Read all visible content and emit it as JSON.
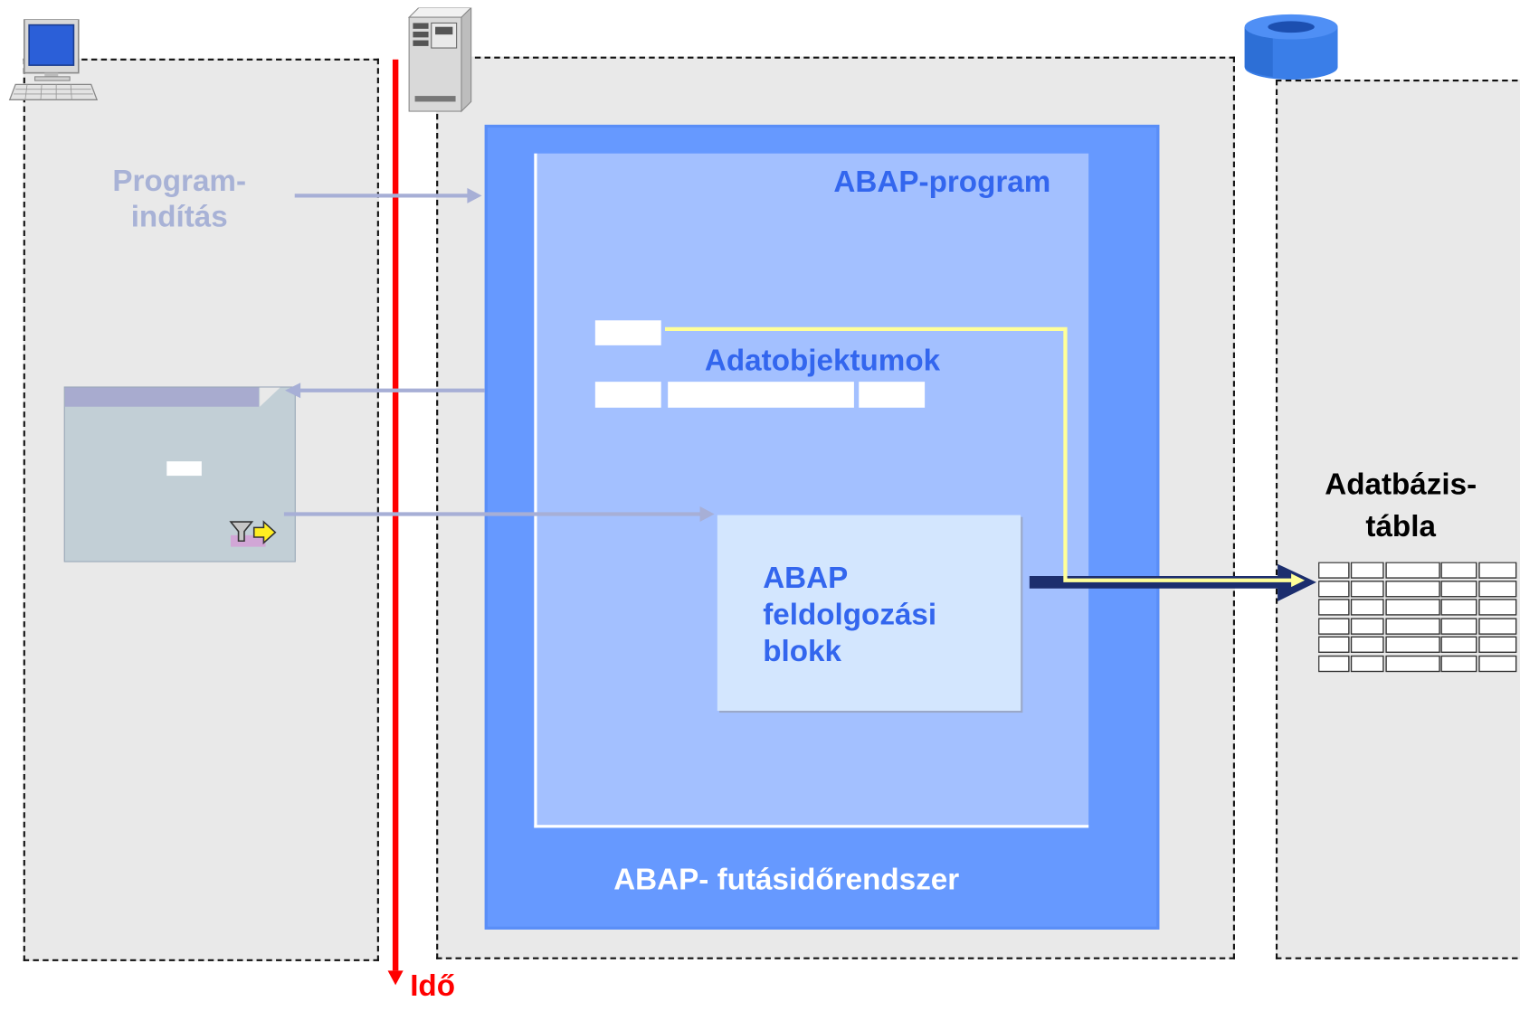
{
  "labels": {
    "program_start_line1": "Program-",
    "program_start_line2": "indítás",
    "abap_program": "ABAP-program",
    "data_objects": "Adatobjektumok",
    "processing_block_line1": "ABAP",
    "processing_block_line2": "feldolgozási",
    "processing_block_line3": "blokk",
    "runtime_system": "ABAP- futásidőrendszer",
    "db_table_line1": "Adatbázis-",
    "db_table_line2": "tábla",
    "time_axis": "Idő"
  },
  "colors": {
    "zone_bg": "#e9e9e9",
    "runtime_blue": "#6699ff",
    "program_blue": "#a3c0ff",
    "block_blue": "#d3e6fe",
    "text_blue": "#3366ee",
    "faded_text": "#a8b2d6",
    "time_red": "#ff0000",
    "arrow_faded": "#a7afd6",
    "dark_navy": "#1c2e6e",
    "yellow_line": "#ffff99",
    "screen_bg": "#c2cfd6",
    "screen_titlebar": "#a8abcf"
  },
  "icons": {
    "client": "desktop-computer-icon",
    "server": "server-tower-icon",
    "database": "database-cylinder-icon",
    "table": "table-grid-icon",
    "event": "filter-arrow-event-icon"
  }
}
